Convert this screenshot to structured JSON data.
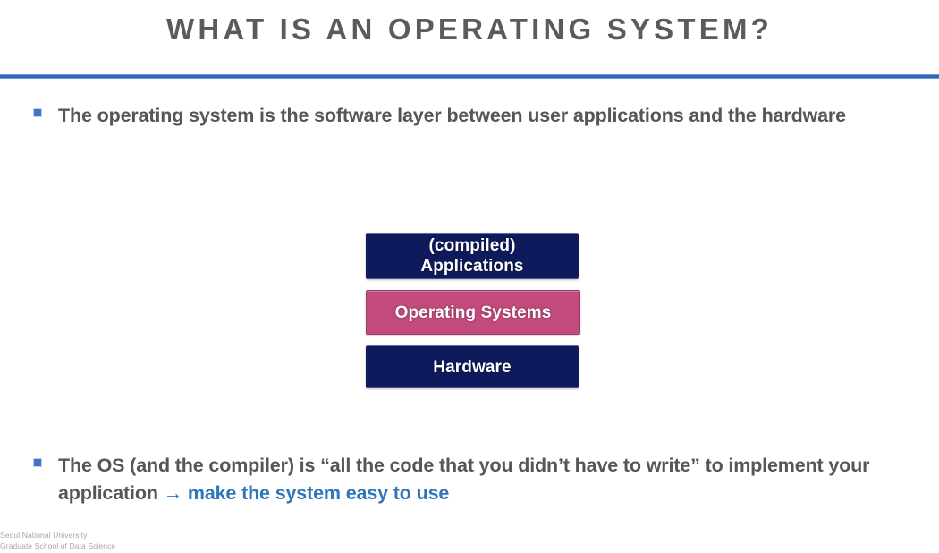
{
  "slide": {
    "title": "WHAT IS AN OPERATING SYSTEM?",
    "title_color": "#5a5b5d",
    "divider_color": "#2f6cb5",
    "background_color": "#ffffff"
  },
  "bullets": [
    {
      "marker": "square-bullet",
      "text": "The operating system is the software layer between user applications and the hardware"
    },
    {
      "marker": "square-bullet",
      "lead": "The OS (and the compiler) is “all the code that you didn’t have to write” to implement your application ",
      "arrow": "→",
      "accent": " make the system easy to use",
      "accent_color": "#2f75bb"
    }
  ],
  "diagram": {
    "type": "layered-stack",
    "layers": [
      {
        "name": "applications",
        "line1": "(compiled)",
        "line2": "Applications",
        "color": "#0f1a5c",
        "text_color": "#ffffff"
      },
      {
        "name": "operating-systems",
        "line1": "Operating Systems",
        "color": "#c24a7d",
        "text_color": "#ffffff"
      },
      {
        "name": "hardware",
        "line1": "Hardware",
        "color": "#0f1a5c",
        "text_color": "#ffffff"
      }
    ]
  },
  "footer": {
    "line1": "Seoul National University",
    "line2": "Graduate School of Data Science",
    "color": "#a3a4b4"
  }
}
